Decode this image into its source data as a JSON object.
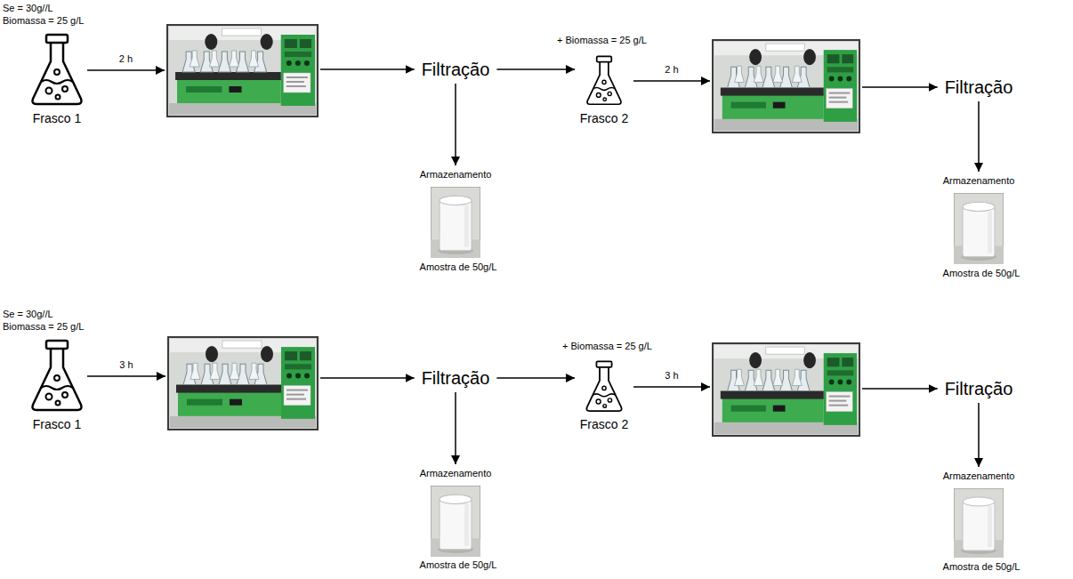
{
  "diagram": {
    "nodes": [
      {
        "text": [
          "Se = 30g//L",
          "Biomassa = 25 g/L",
          "Frasco 1"
        ]
      },
      {
        "text": []
      },
      {
        "text": [
          "Filtração"
        ]
      },
      {
        "text": [
          "Armazenamento",
          "Amostra de 50g/L"
        ]
      },
      {
        "text": [
          "+ Biomassa = 25 g/L",
          "Frasco 2"
        ]
      },
      {
        "text": []
      },
      {
        "text": [
          "Filtração"
        ]
      },
      {
        "text": [
          "Armazenamento",
          "Amostra de 50g/L"
        ]
      },
      {
        "text": [
          "Se = 30g//L",
          "Biomassa = 25 g/L",
          "Frasco 1"
        ]
      },
      {
        "text": []
      },
      {
        "text": [
          "Filtração"
        ]
      },
      {
        "text": [
          "Armazenamento",
          "Amostra de 50g/L"
        ]
      },
      {
        "text": [
          "+ Biomassa = 25 g/L",
          "Frasco 2"
        ]
      },
      {
        "text": []
      },
      {
        "text": [
          "Filtração"
        ]
      },
      {
        "text": [
          "Armazenamento",
          "Amostra de 50g/L"
        ]
      }
    ],
    "edges": [
      {
        "from": 0,
        "to": 1,
        "arrow": "to",
        "label": "2 h"
      },
      {
        "from": 1,
        "to": 2,
        "arrow": "to"
      },
      {
        "from": 2,
        "to": 3,
        "arrow": "to"
      },
      {
        "from": 2,
        "to": 4,
        "arrow": "to"
      },
      {
        "from": 4,
        "to": 5,
        "arrow": "to",
        "label": "2 h"
      },
      {
        "from": 5,
        "to": 6,
        "arrow": "to"
      },
      {
        "from": 6,
        "to": 7,
        "arrow": "to"
      },
      {
        "from": 8,
        "to": 9,
        "arrow": "to",
        "label": "3 h"
      },
      {
        "from": 9,
        "to": 10,
        "arrow": "to"
      },
      {
        "from": 10,
        "to": 11,
        "arrow": "to"
      },
      {
        "from": 10,
        "to": 12,
        "arrow": "to"
      },
      {
        "from": 12,
        "to": 13,
        "arrow": "to",
        "label": "3 h"
      },
      {
        "from": 13,
        "to": 14,
        "arrow": "to"
      },
      {
        "from": 14,
        "to": 15,
        "arrow": "to"
      }
    ]
  }
}
